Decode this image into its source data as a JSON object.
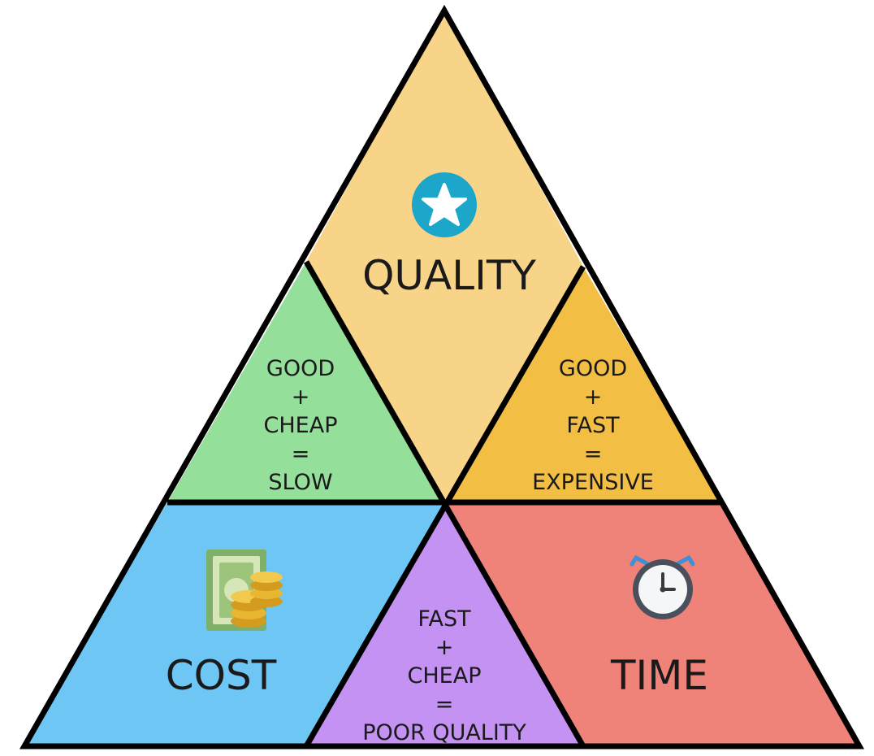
{
  "regions": {
    "quality": {
      "label": "QUALITY",
      "icon": "star-badge-icon",
      "color": "#f7d488"
    },
    "cost": {
      "label": "COST",
      "icon": "money-coins-icon",
      "color": "#6ec6f4"
    },
    "time": {
      "label": "TIME",
      "icon": "alarm-clock-icon",
      "color": "#ef8379"
    },
    "good_cheap": {
      "color": "#94df9a",
      "lines": [
        "GOOD",
        "+",
        "CHEAP",
        "=",
        "SLOW"
      ]
    },
    "good_fast": {
      "color": "#f2bf44",
      "lines": [
        "GOOD",
        "+",
        "FAST",
        "=",
        "EXPENSIVE"
      ]
    },
    "fast_cheap": {
      "color": "#c392f2",
      "lines": [
        "FAST",
        "+",
        "CHEAP",
        "=",
        "POOR QUALITY"
      ]
    }
  }
}
